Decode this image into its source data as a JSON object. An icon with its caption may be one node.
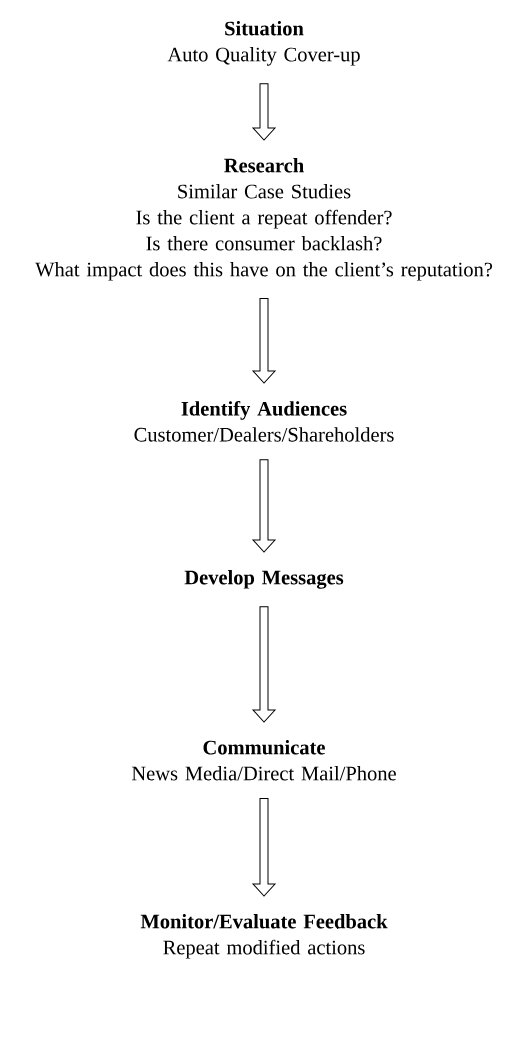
{
  "diagram": {
    "nodes": [
      {
        "text": [
          "Situation",
          "Auto Quality Cover-up"
        ]
      },
      {
        "text": [
          "Research",
          "Similar Case Studies",
          "Is the client a repeat offender?",
          "Is there consumer backlash?",
          "What impact does this have on the client’s reputation?"
        ]
      },
      {
        "text": [
          "Identify Audiences",
          "Customer/Dealers/Shareholders"
        ]
      },
      {
        "text": [
          "Develop Messages"
        ]
      },
      {
        "text": [
          "Communicate",
          "News Media/Direct Mail/Phone"
        ]
      },
      {
        "text": [
          "Monitor/Evaluate Feedback",
          "Repeat modified actions"
        ]
      }
    ],
    "edges": [
      {
        "from": 0,
        "to": 1,
        "arrow": "to"
      },
      {
        "from": 1,
        "to": 2,
        "arrow": "to"
      },
      {
        "from": 2,
        "to": 3,
        "arrow": "to"
      },
      {
        "from": 3,
        "to": 4,
        "arrow": "to"
      },
      {
        "from": 4,
        "to": 5,
        "arrow": "to"
      }
    ]
  }
}
